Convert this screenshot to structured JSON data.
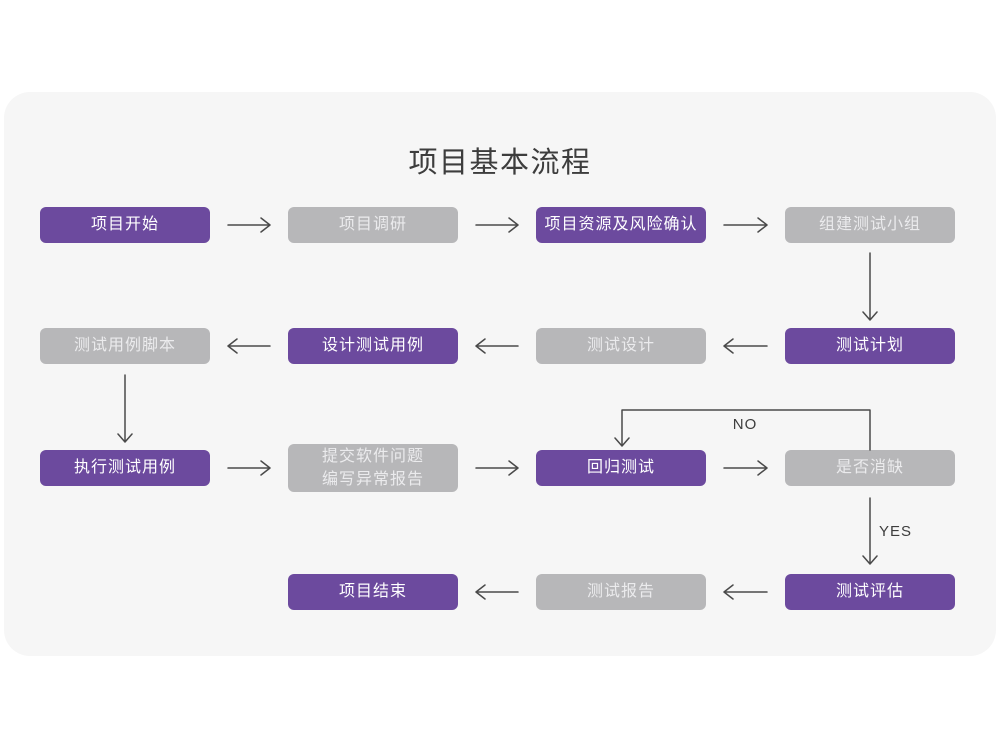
{
  "title": "项目基本流程",
  "colors": {
    "page_bg": "#ffffff",
    "card_bg": "#f6f6f6",
    "purple": "#6c4a9e",
    "gray": "#b7b7b9",
    "node_text_purple": "#ffffff",
    "node_text_gray": "#ebebed",
    "arrow": "#4a4a4a",
    "title_text": "#3d3d3d"
  },
  "nodes": [
    {
      "label": "项目开始",
      "type": "purple"
    },
    {
      "label": "项目调研",
      "type": "gray"
    },
    {
      "label": "项目资源及风险确认",
      "type": "purple"
    },
    {
      "label": "组建测试小组",
      "type": "gray"
    },
    {
      "label": "测试计划",
      "type": "purple"
    },
    {
      "label": "测试设计",
      "type": "gray"
    },
    {
      "label": "设计测试用例",
      "type": "purple"
    },
    {
      "label": "测试用例脚本",
      "type": "gray"
    },
    {
      "label": "执行测试用例",
      "type": "purple"
    },
    {
      "label": "提交软件问题\n编写异常报告",
      "type": "gray"
    },
    {
      "label": "回归测试",
      "type": "purple"
    },
    {
      "label": "是否消缺",
      "type": "gray"
    },
    {
      "label": "测试评估",
      "type": "purple"
    },
    {
      "label": "测试报告",
      "type": "gray"
    },
    {
      "label": "项目结束",
      "type": "purple"
    }
  ],
  "edge_labels": {
    "no": "NO",
    "yes": "YES"
  }
}
